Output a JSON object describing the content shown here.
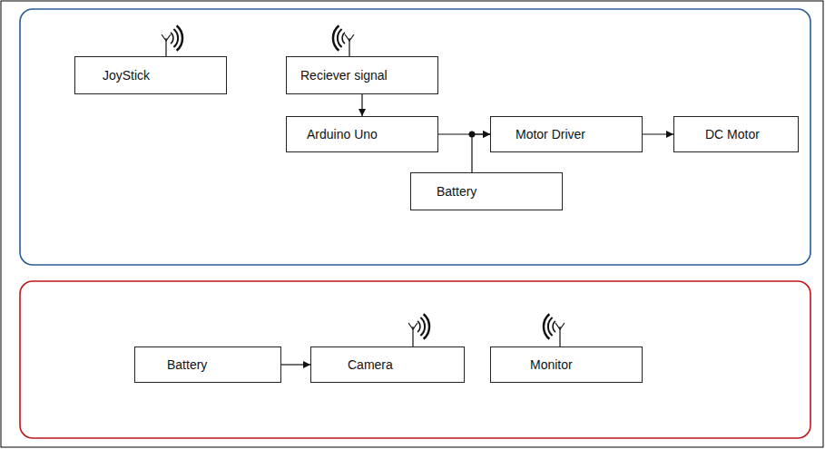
{
  "diagram": {
    "nodes": [
      {
        "text": [
          "JoyStick"
        ]
      },
      {
        "text": [
          "Reciever signal"
        ]
      },
      {
        "text": [
          "Arduino Uno"
        ]
      },
      {
        "text": [
          "Motor Driver"
        ]
      },
      {
        "text": [
          "DC Motor"
        ]
      },
      {
        "text": [
          "Battery"
        ]
      },
      {
        "text": [
          "Battery"
        ]
      },
      {
        "text": [
          "Camera"
        ]
      },
      {
        "text": [
          "Monitor"
        ]
      }
    ],
    "edges": [
      {
        "from": 1,
        "to": 2,
        "arrow": "to"
      },
      {
        "from": 2,
        "to": 3,
        "arrow": "to"
      },
      {
        "from": 5,
        "to": 3,
        "arrow": "to"
      },
      {
        "from": 3,
        "to": 4,
        "arrow": "to"
      },
      {
        "from": 6,
        "to": 7,
        "arrow": "to"
      }
    ]
  }
}
